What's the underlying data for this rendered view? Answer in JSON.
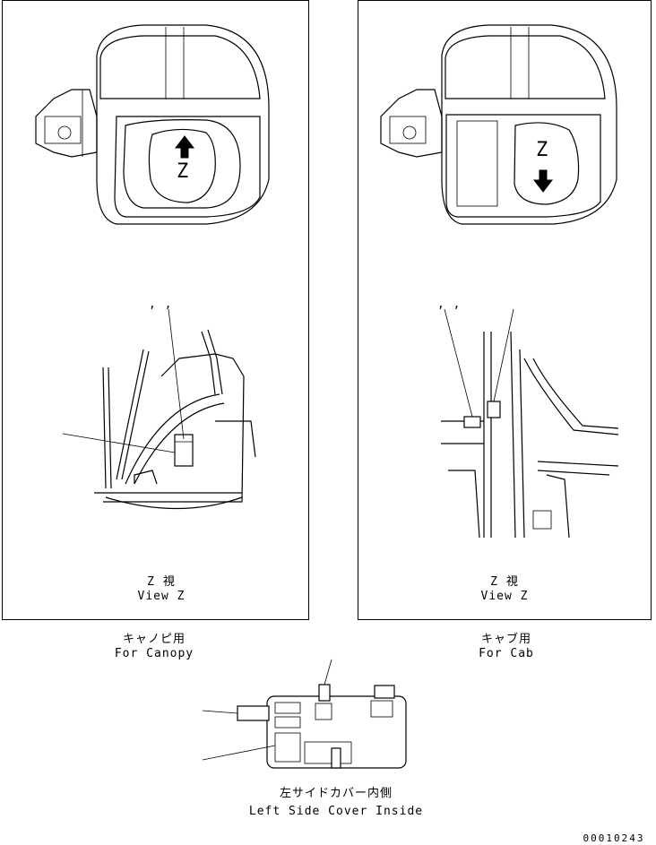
{
  "left_panel": {
    "view_label_jp": "Z 視",
    "view_label_en": "View Z",
    "marker_z": "Z",
    "commas": ",  ,",
    "caption_jp": "キャノピ用",
    "caption_en": "For Canopy"
  },
  "right_panel": {
    "view_label_jp": "Z 視",
    "view_label_en": "View Z",
    "marker_z": "Z",
    "commas": ",  ,",
    "caption_jp": "キャブ用",
    "caption_en": "For Cab"
  },
  "bottom_detail": {
    "caption_jp": "左サイドカバー内側",
    "caption_en": "Left Side Cover Inside"
  },
  "drawing_number": "00010243"
}
